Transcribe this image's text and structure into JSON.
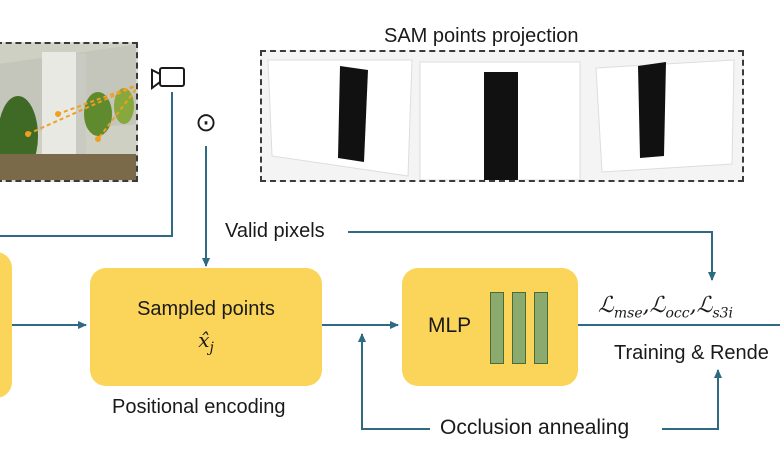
{
  "sam_panel": {
    "title": "SAM points projection"
  },
  "photo_panel": {
    "marker_symbol": "⊙"
  },
  "labels": {
    "valid_pixels": "Valid pixels",
    "positional_encoding": "Positional encoding",
    "occlusion_annealing": "Occlusion annealing",
    "training_rendering": "Training & Rende"
  },
  "sampled_points": {
    "label": "Sampled points",
    "symbol_base": "x̂",
    "symbol_sub": "j"
  },
  "mlp": {
    "label": "MLP"
  },
  "losses": {
    "l_mse_base": "ℒ",
    "l_mse_sub": "mse",
    "sep1": ",",
    "l_occ_base": "ℒ",
    "l_occ_sub": "occ",
    "sep2": ",",
    "l_s3i_base": "ℒ",
    "l_s3i_sub": "s3i"
  },
  "colors": {
    "box_fill": "#fbd45a",
    "arrow": "#2e6a82",
    "mlp_bar": "#8aaa6e"
  }
}
